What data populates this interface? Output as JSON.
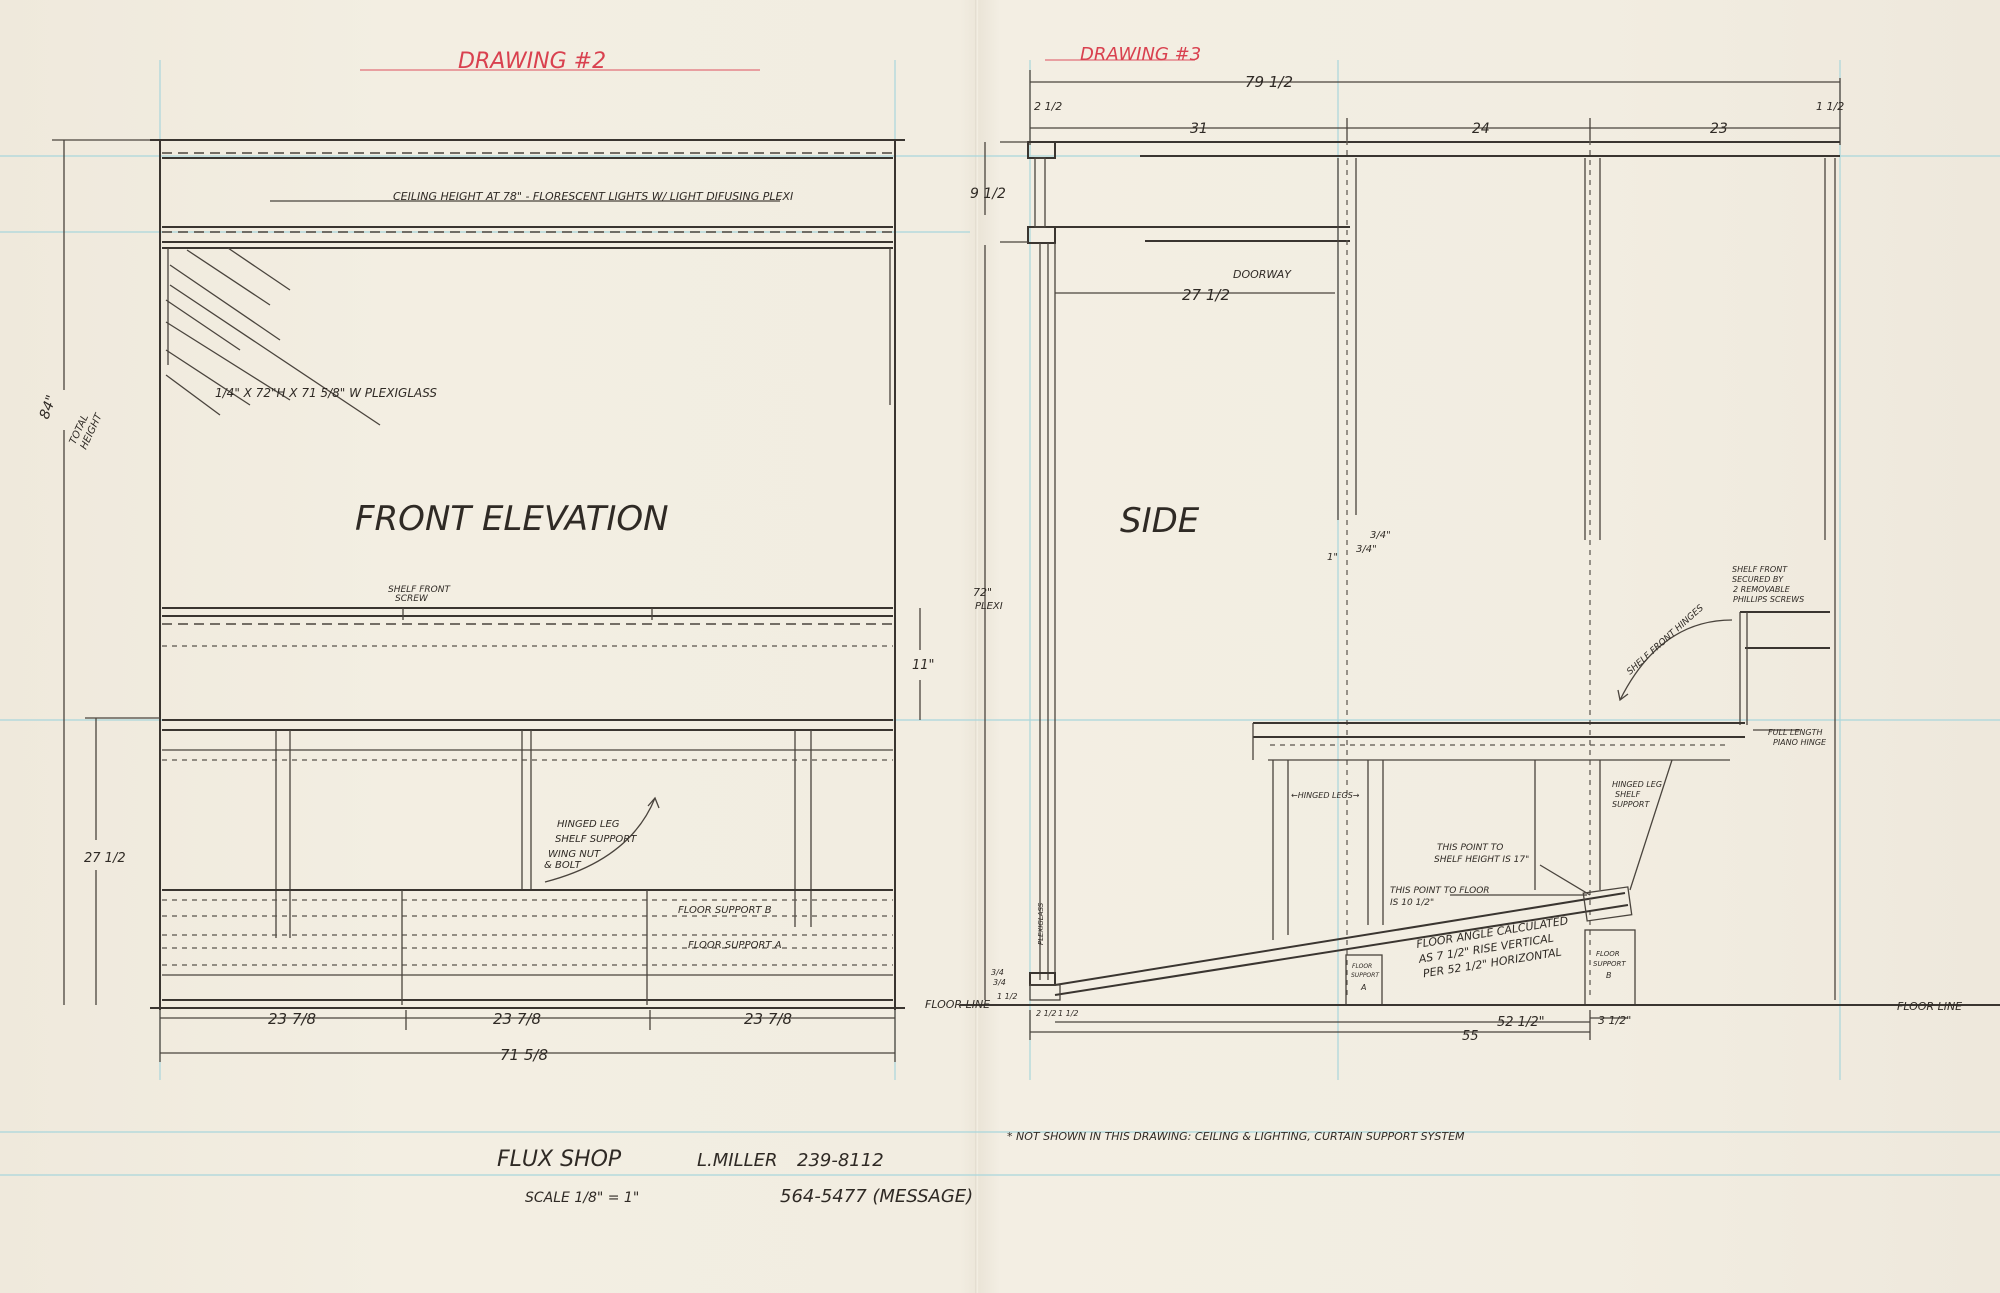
{
  "drawing2": {
    "label": "DRAWING #2",
    "view_title": "FRONT ELEVATION",
    "ceiling_note": "CEILING HEIGHT AT 78\" - FLORESCENT LIGHTS W/ LIGHT DIFUSING PLEXI",
    "plexiglass_note": "1/4\" X 72\"H X 71 5/8\" W PLEXIGLASS",
    "total_height_value": "84\"",
    "total_height_label_1": "TOTAL",
    "total_height_label_2": "HEIGHT",
    "shelf_front_screw_1": "SHELF FRONT",
    "shelf_front_screw_2": "SCREW",
    "shelf_dim": "11\"",
    "lower_height_dim": "27 1/2",
    "hinged_leg_1": "HINGED LEG",
    "hinged_leg_2": "SHELF SUPPORT",
    "wing_nut_1": "WING NUT",
    "wing_nut_2": "& BOLT",
    "floor_support_b": "FLOOR SUPPORT B",
    "floor_support_a": "FLOOR SUPPORT A",
    "bay_dims": [
      "23 7/8",
      "23 7/8",
      "23 7/8"
    ],
    "overall_width": "71 5/8"
  },
  "drawing3": {
    "label": "DRAWING #3",
    "view_title": "SIDE",
    "overall_depth": "79 1/2",
    "top_left_dim": "2 1/2",
    "top_right_dim": "1 1/2",
    "segment_dims": [
      "31",
      "24",
      "23"
    ],
    "header_height_dim": "9 1/2",
    "doorway_label": "DOORWAY",
    "doorway_dim": "27 1/2",
    "plexi_dim_1": "72\"",
    "plexi_dim_2": "PLEXI",
    "post_dims": [
      "1\"",
      "3/4\"",
      "3/4\""
    ],
    "shelf_front_secured_1": "SHELF FRONT",
    "shelf_front_secured_2": "SECURED BY",
    "shelf_front_secured_3": "2 REMOVABLE",
    "shelf_front_secured_4": "PHILLIPS SCREWS",
    "shelf_front_hinges": "SHELF FRONT HINGES",
    "piano_hinge_1": "FULL LENGTH",
    "piano_hinge_2": "PIANO HINGE",
    "hinged_legs": "←HINGED LEGS→",
    "hinged_leg_support_1": "HINGED LEG",
    "hinged_leg_support_2": "SHELF",
    "hinged_leg_support_3": "SUPPORT",
    "shelf_height_note_1": "THIS POINT TO",
    "shelf_height_note_2": "SHELF HEIGHT IS 17\"",
    "floor_note_1": "THIS POINT TO FLOOR",
    "floor_note_2": "IS 10 1/2\"",
    "floor_angle_1": "FLOOR ANGLE CALCULATED",
    "floor_angle_2": "AS 7 1/2\" RISE VERTICAL",
    "floor_angle_3": "PER 52 1/2\" HORIZONTAL",
    "plexiglass_vertical": "PLEXIGLASS",
    "floor_support_a_1": "FLOOR",
    "floor_support_a_2": "SUPPORT",
    "floor_support_a_3": "A",
    "floor_support_b_1": "FLOOR",
    "floor_support_b_2": "SUPPORT",
    "floor_support_b_3": "B",
    "stack_dims": [
      "3/4",
      "3/4",
      "1 1/2"
    ],
    "base_dims": [
      "2 1/2",
      "1 1/2"
    ],
    "floor_line_left": "FLOOR LINE",
    "floor_line_right": "FLOOR LINE",
    "ramp_dim": "52 1/2\"",
    "ramp_total_dim": "55",
    "support_b_dim": "3 1/2\"",
    "not_shown_note": "* NOT SHOWN IN THIS DRAWING: CEILING & LIGHTING, CURTAIN SUPPORT SYSTEM"
  },
  "title_block": {
    "project": "FLUX SHOP",
    "author": "L.MILLER",
    "phone": "239-8112",
    "scale": "SCALE 1/8\" = 1\"",
    "message_phone": "564-5477 (MESSAGE)"
  },
  "colors": {
    "paper": "#f1ece0",
    "ink": "#3a3530",
    "red_pencil": "#d9414f",
    "blue_guide": "#a9d6dc"
  }
}
